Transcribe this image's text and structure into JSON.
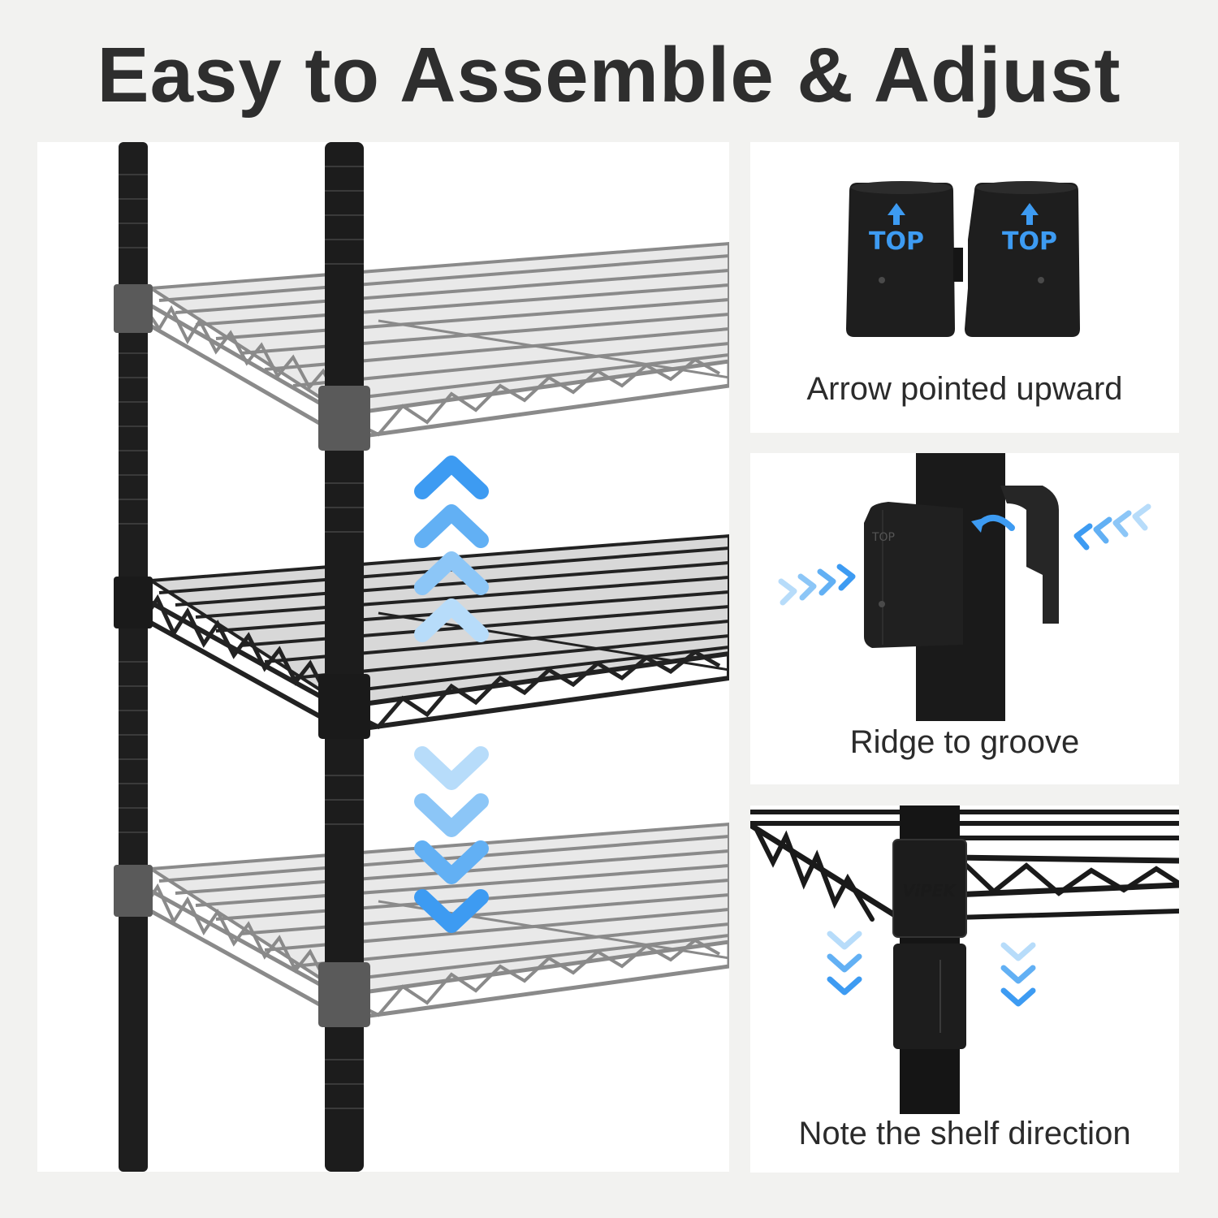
{
  "title": "Easy to Assemble & Adjust",
  "panels": {
    "sleeves": {
      "caption": "Arrow pointed upward",
      "sleeve_labels": [
        "TOP",
        "TOP"
      ]
    },
    "ridge": {
      "caption": "Ridge to groove",
      "sleeve_label": "TOP"
    },
    "direction": {
      "caption": "Note the shelf direction",
      "brand_mark": "ViPEK"
    }
  },
  "colors": {
    "accent_blue": "#3d9bf2",
    "metal_black": "#1c1c1c",
    "background": "#f2f2f0"
  }
}
